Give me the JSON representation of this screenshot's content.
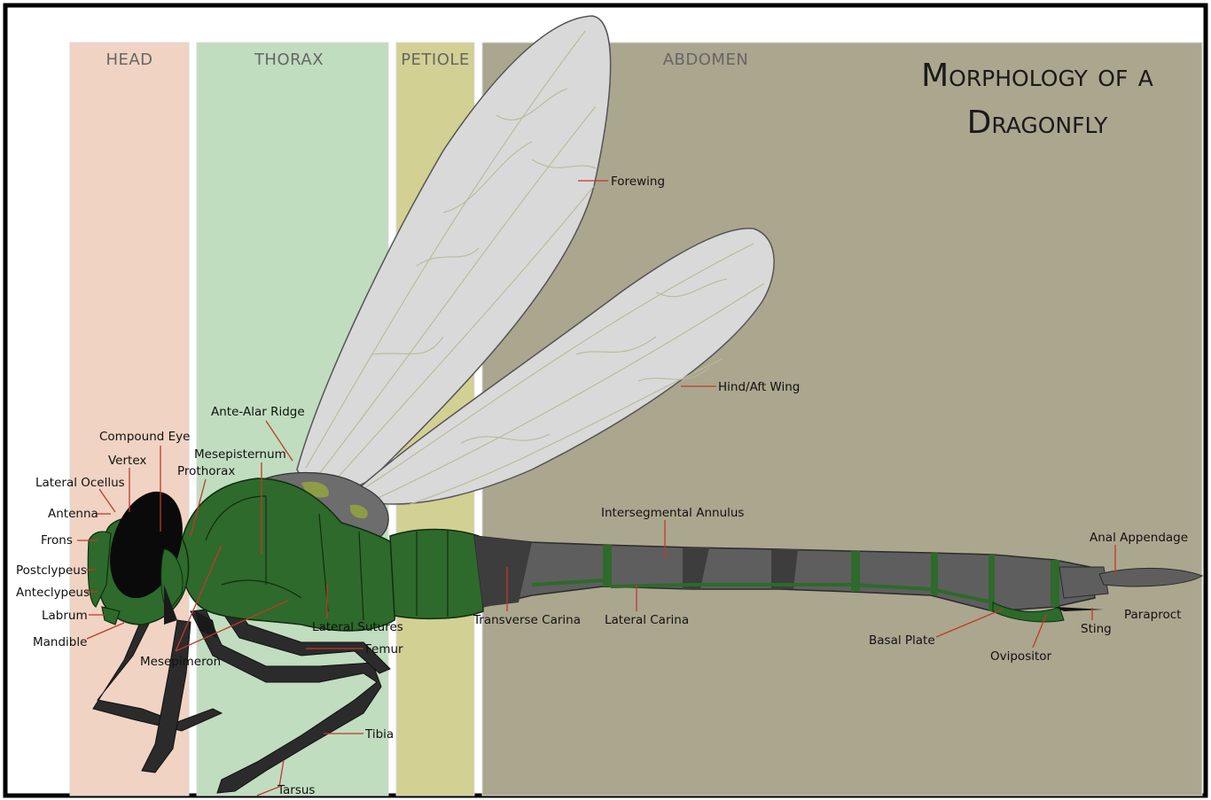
{
  "title": {
    "line1": "Morphology of a",
    "line2": "Dragonfly"
  },
  "regions": {
    "head": {
      "label": "HEAD",
      "color": "#f0d3c3"
    },
    "thorax": {
      "label": "THORAX",
      "color": "#c0ddbf"
    },
    "petiole": {
      "label": "PETIOLE",
      "color": "#d2d093"
    },
    "abdomen": {
      "label": "ABDOMEN",
      "color": "#aba68e"
    }
  },
  "colors": {
    "body_green": "#2e6a2b",
    "body_green_dark": "#1d4a1b",
    "abdomen_grey": "#5e5e5e",
    "segment_dark": "#3d3d3d",
    "wing": "#d9d9d9",
    "leg": "#2b2b2b",
    "eye": "#0a0a0a",
    "leader": "#c0392b"
  },
  "labels": {
    "forewing": "Forewing",
    "hindwing": "Hind/Aft Wing",
    "ante_alar_ridge": "Ante-Alar Ridge",
    "compound_eye": "Compound Eye",
    "vertex": "Vertex",
    "mesepisternum": "Mesepisternum",
    "prothorax": "Prothorax",
    "lateral_ocellus": "Lateral Ocellus",
    "antenna": "Antenna",
    "frons": "Frons",
    "postclypeus": "Postclypeus",
    "anteclypeus": "Anteclypeus",
    "labrum": "Labrum",
    "mandible": "Mandible",
    "mesepimeron": "Mesepimeron",
    "lateral_sutures": "Lateral Sutures",
    "femur": "Femur",
    "tibia": "Tibia",
    "tarsus": "Tarsus",
    "intersegmental_annulus": "Intersegmental Annulus",
    "transverse_carina": "Transverse Carina",
    "lateral_carina": "Lateral Carina",
    "anal_appendage": "Anal Appendage",
    "paraproct": "Paraproct",
    "sting": "Sting",
    "basal_plate": "Basal Plate",
    "ovipositor": "Ovipositor"
  }
}
